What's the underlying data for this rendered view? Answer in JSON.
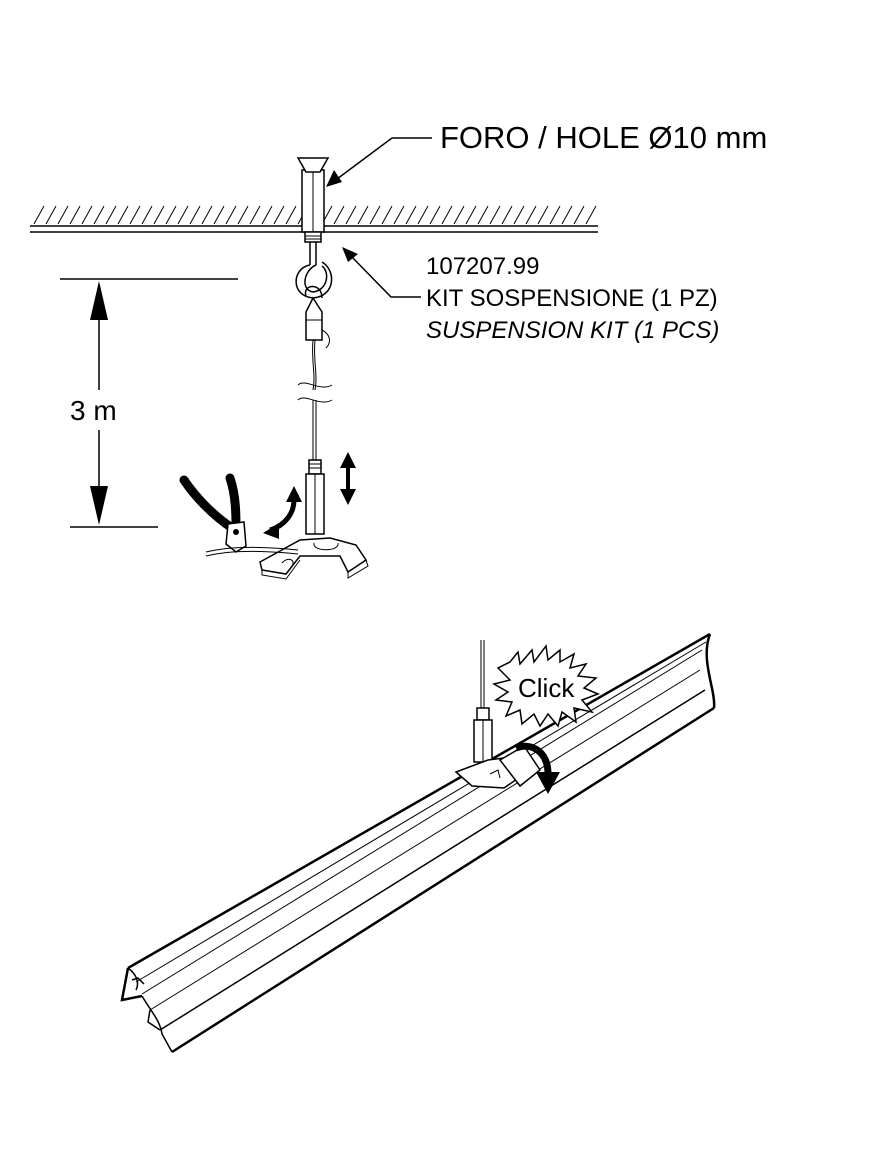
{
  "labels": {
    "hole": "FORO / HOLE Ø10 mm",
    "kit_code": "107207.99",
    "kit_it": "KIT SOSPENSIONE (1 PZ)",
    "kit_en": "SUSPENSION KIT (1 PCS)",
    "height": "3 m",
    "click": "Click"
  }
}
